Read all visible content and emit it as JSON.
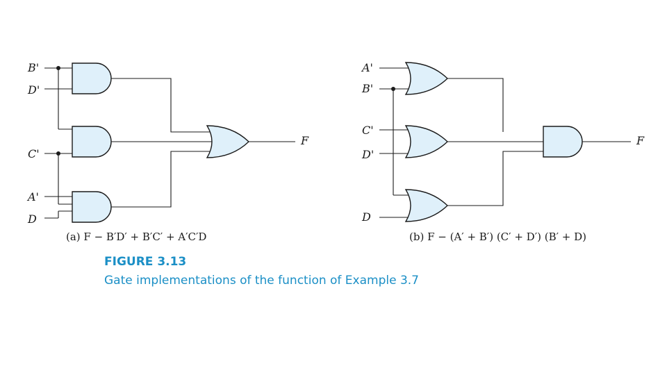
{
  "diagram_a": {
    "inputs": [
      "B'",
      "D'",
      "C'",
      "A'",
      "D"
    ],
    "output": "F",
    "caption": "(a) F − B′D′ + B′C′ + A′C′D"
  },
  "diagram_b": {
    "inputs": [
      "A'",
      "B'",
      "C'",
      "D'",
      "D"
    ],
    "output": "F",
    "caption": "(b) F − (A′ + B′) (C′ + D′) (B′ + D)"
  },
  "figure": {
    "number": "FIGURE 3.13",
    "description": "Gate implementations of the function of Example 3.7"
  },
  "colors": {
    "gate_fill": "#dff0fa",
    "caption_blue": "#1b8fc6"
  }
}
